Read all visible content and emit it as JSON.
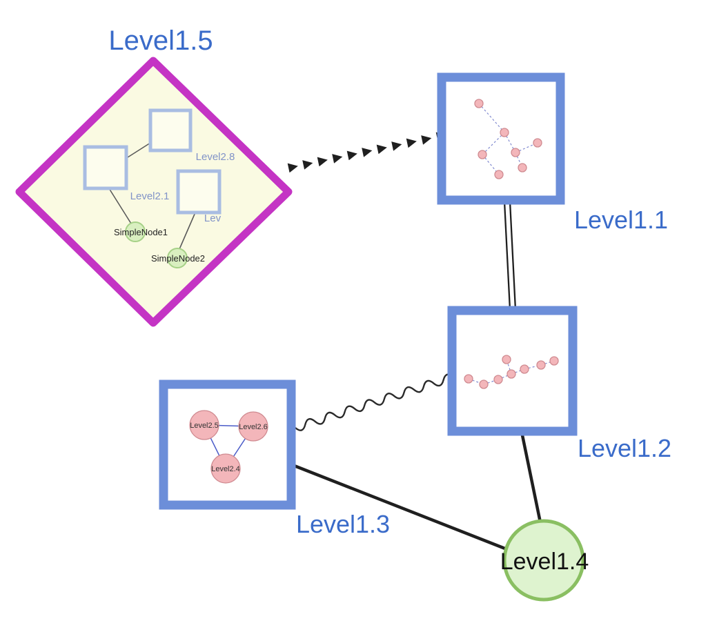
{
  "labels": {
    "level1_5": "Level1.5",
    "level1_1": "Level1.1",
    "level1_2": "Level1.2",
    "level1_3": "Level1.3",
    "level1_4": "Level1.4",
    "level2_8": "Level2.8",
    "level2_1": "Level2.1",
    "level2_trunc": "Lev",
    "simplenode1": "SimpleNode1",
    "simplenode2": "SimpleNode2",
    "level2_5": "Level2.5",
    "level2_6": "Level2.6",
    "level2_4": "Level2.4"
  },
  "colors": {
    "label_blue": "#3a6bc9",
    "edge_black": "#1f1f1f",
    "diamond_border": "#c434c4",
    "diamond_fill": "#fafae2",
    "group_square_border": "#a9bde2",
    "group_square_fill": "#fdfdee",
    "node_box_border": "#6c8ed9",
    "node_box_fill": "#ffffff",
    "small_green_fill": "#d9efc0",
    "small_green_border": "#a6d187",
    "big_green_fill": "#def3cf",
    "big_green_border": "#8abf62",
    "pink_fill": "#f3b6ba",
    "pink_border": "#cf8a90",
    "inner_edge_blue": "#8089cf",
    "inner_edge_solid_blue": "#4a5bc8",
    "inner_label_blue": "#8193c8",
    "text_black": "#111111"
  },
  "graph": {
    "top_level_nodes": [
      {
        "id": "Level1.5",
        "shape": "diamond-group"
      },
      {
        "id": "Level1.1",
        "shape": "square"
      },
      {
        "id": "Level1.2",
        "shape": "square"
      },
      {
        "id": "Level1.3",
        "shape": "square"
      },
      {
        "id": "Level1.4",
        "shape": "circle"
      }
    ],
    "edges": [
      {
        "from": "Level1.5",
        "to": "Level1.1",
        "style": "arrowhead-chain"
      },
      {
        "from": "Level1.1",
        "to": "Level1.2",
        "style": "double-line"
      },
      {
        "from": "Level1.3",
        "to": "Level1.2",
        "style": "wavy"
      },
      {
        "from": "Level1.3",
        "to": "Level1.4",
        "style": "solid"
      },
      {
        "from": "Level1.2",
        "to": "Level1.4",
        "style": "solid"
      }
    ],
    "level1_5_children": {
      "nodes": [
        "Level2.8",
        "Level2.1",
        "Lev",
        "SimpleNode1",
        "SimpleNode2"
      ],
      "edges": [
        [
          "Level2.8",
          "Level2.1"
        ],
        [
          "Level2.1",
          "SimpleNode1"
        ],
        [
          "Lev",
          "SimpleNode2"
        ]
      ]
    },
    "level1_3_children": {
      "nodes": [
        "Level2.5",
        "Level2.6",
        "Level2.4"
      ],
      "edges": [
        [
          "Level2.5",
          "Level2.6"
        ],
        [
          "Level2.5",
          "Level2.4"
        ],
        [
          "Level2.6",
          "Level2.4"
        ]
      ]
    }
  }
}
